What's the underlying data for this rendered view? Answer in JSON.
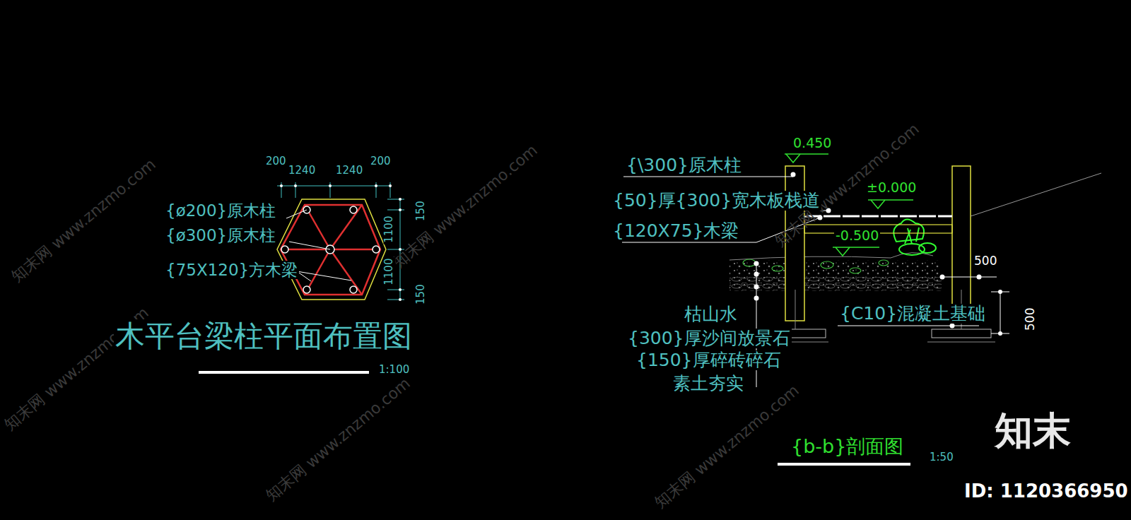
{
  "diagram": {
    "labels": [
      "200",
      "1240",
      "1240",
      "200",
      "150",
      "1100",
      "1100",
      "150",
      "{ø200}原木柱",
      "{ø300}原木柱",
      "{75X120}方木梁",
      "木平台梁柱平面布置图",
      "1:100",
      "0.450",
      "{\\300}原木柱",
      "{50}厚{300}宽木板栈道",
      "±0.000",
      "{120X75}木梁",
      "-0.500",
      "500",
      "枯山水",
      "{300}厚沙间放景石",
      "{150}厚碎砖碎石",
      "素土夯实",
      "{C10}混凝土基础",
      "500",
      "{b-b}剖面图",
      "1:50",
      "知末",
      "ID: 1120366950",
      "知末网 www.znzmo.com",
      "知末网 www.znzmo.com",
      "知末网 www.znzmo.com",
      "知末网 www.znzmo.com",
      "知末网 www.znzmo.com",
      "知末网 www.znzmo.com"
    ]
  }
}
